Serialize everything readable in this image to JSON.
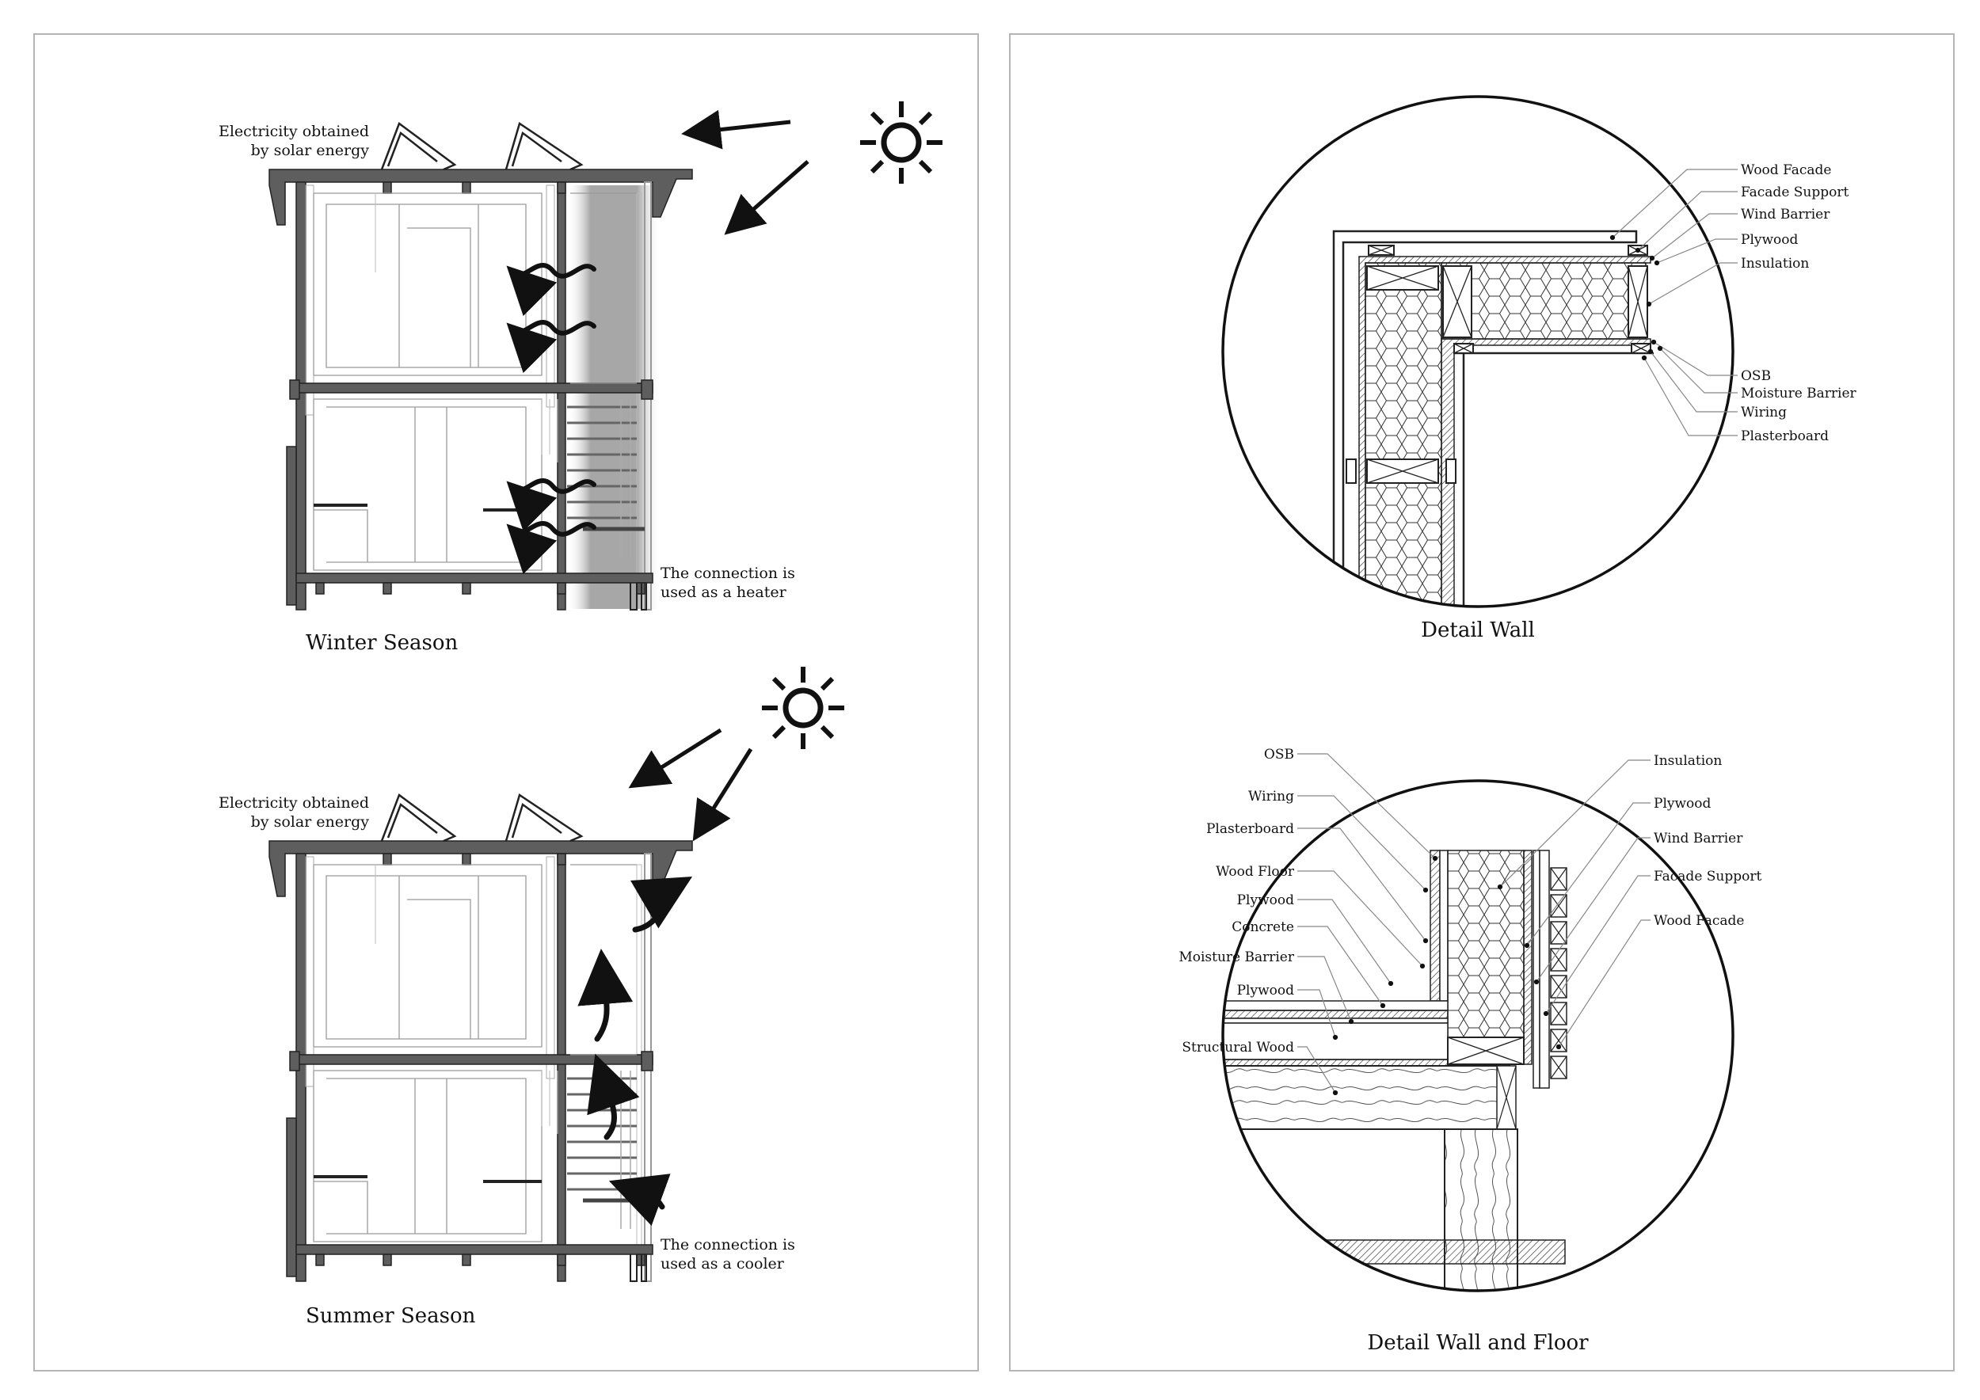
{
  "winter": {
    "title": "Winter Season",
    "solar_note_line1": "Electricity obtained",
    "solar_note_line2": "by solar energy",
    "connection_note_line1": "The connection is",
    "connection_note_line2": "used as a heater"
  },
  "summer": {
    "title": "Summer Season",
    "solar_note_line1": "Electricity obtained",
    "solar_note_line2": "by solar energy",
    "connection_note_line1": "The connection is",
    "connection_note_line2": "used as a cooler"
  },
  "detail_wall": {
    "title": "Detail Wall",
    "labels": [
      "Wood Facade",
      "Facade Support",
      "Wind Barrier",
      "Plywood",
      "Insulation",
      "OSB",
      "Moisture Barrier",
      "Wiring",
      "Plasterboard"
    ]
  },
  "detail_wall_floor": {
    "title": "Detail Wall and Floor",
    "left_labels": [
      "OSB",
      "Wiring",
      "Plasterboard",
      "Wood Floor",
      "Plywood",
      "Concrete",
      "Moisture Barrier",
      "Plywood",
      "Structural Wood"
    ],
    "right_labels": [
      "Insulation",
      "Plywood",
      "Wind Barrier",
      "Facade Support",
      "Wood Facade"
    ]
  },
  "colors": {
    "line": "#222222",
    "wall_fill": "#5e5e5e",
    "frame": "#b5b5b5",
    "leader": "#888888"
  }
}
